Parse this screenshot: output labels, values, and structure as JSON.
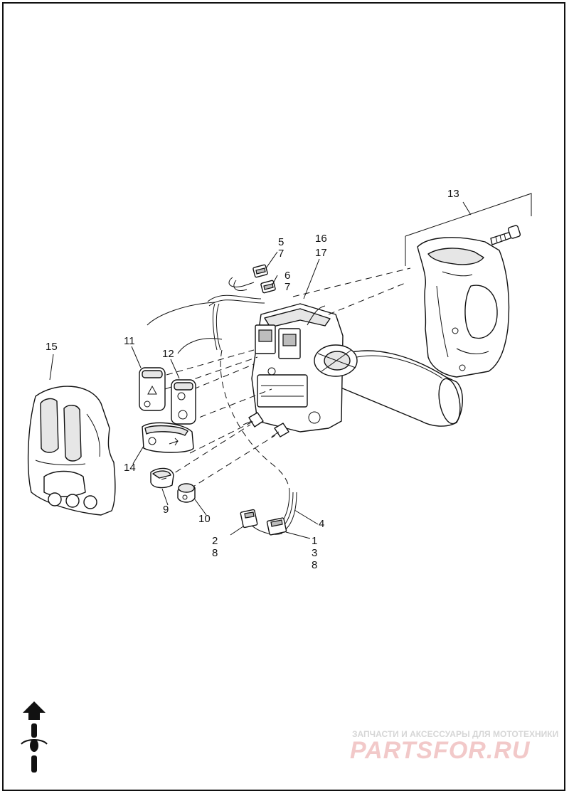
{
  "callouts": {
    "c1": "1",
    "c2": "2",
    "c3": "3",
    "c4": "4",
    "c5": "5",
    "c6": "6",
    "c7a": "7",
    "c7b": "7",
    "c8a": "8",
    "c8b": "8",
    "c9": "9",
    "c10": "10",
    "c11": "11",
    "c12": "12",
    "c13": "13",
    "c14": "14",
    "c15": "15",
    "c16": "16",
    "c17": "17"
  },
  "watermark": {
    "tagline": "ЗАПЧАСТИ И АКСЕССУАРЫ ДЛЯ МОТОТЕХНИКИ",
    "brand": "PARTSFOR.RU"
  },
  "icons": {
    "orientation": "forward-arrow-motorcycle-icon"
  }
}
